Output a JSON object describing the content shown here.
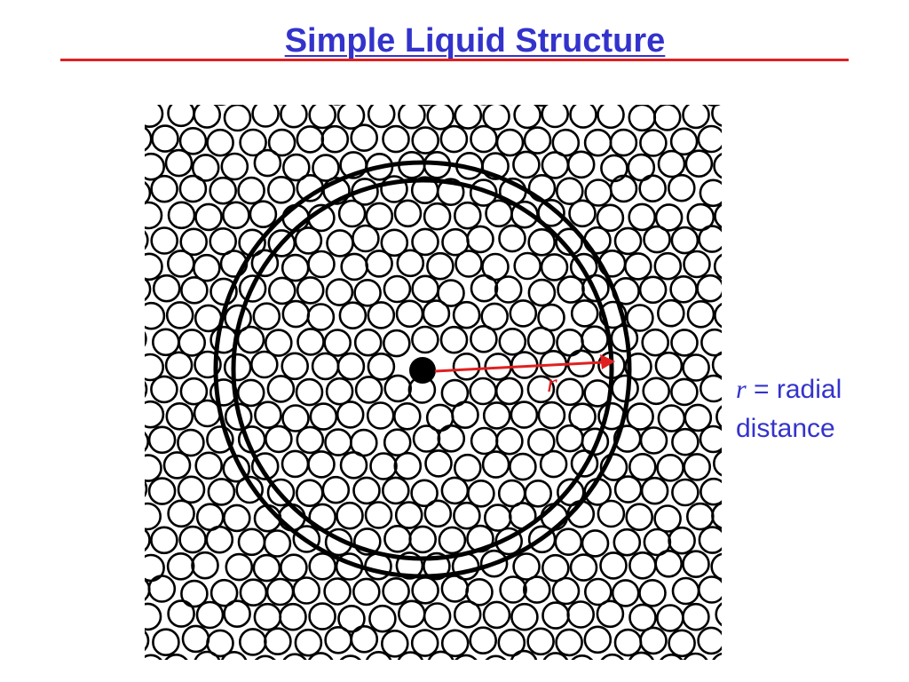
{
  "slide": {
    "title": "Simple Liquid Structure"
  },
  "diagram": {
    "radius_label": "r"
  },
  "caption": {
    "variable": "r",
    "text_line1": " = radial",
    "text_line2": "distance"
  },
  "colors": {
    "title": "#3333cc",
    "rule": "#e02020",
    "arrow": "#e02020",
    "caption": "#3333cc",
    "particle": "#000000"
  }
}
